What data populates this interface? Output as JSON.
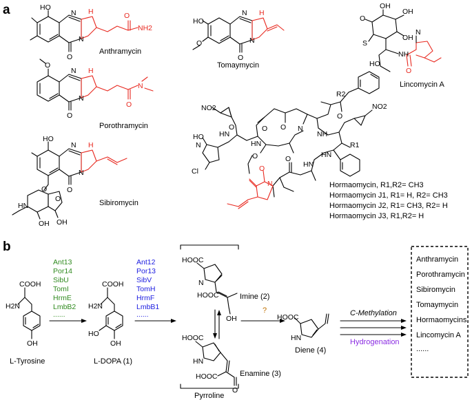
{
  "panels": {
    "a": "a",
    "b": "b"
  },
  "panel_a": {
    "compounds": {
      "anthramycin": "Anthramycin",
      "tomaymycin": "Tomaymycin",
      "lincomycin": "Lincomycin A",
      "porothramycin": "Porothramycin",
      "sibiromycin": "Sibiromycin"
    },
    "hormaomycins": [
      "Hormaomycin, R1,R2= CH3",
      "Hormaomycin  J1, R1= H, R2= CH3",
      "Hormaomycin  J2, R1= CH3, R2= H",
      "Hormaomycin  J3, R1,R2= H"
    ],
    "atoms": {
      "ho": "HO",
      "oh": "OH",
      "o": "O",
      "n": "N",
      "h": "H",
      "nh": "NH",
      "hn": "HN",
      "nh2": "NH2",
      "no2": "NO2",
      "cl": "Cl",
      "s": "S",
      "r1": "R1",
      "r2": "R2"
    }
  },
  "panel_b": {
    "genes_step1": [
      "Ant13",
      "Por14",
      "SibU",
      "TomI",
      "HrmE",
      "LmbB2",
      "......"
    ],
    "genes_step2": [
      "Ant12",
      "Por13",
      "SibV",
      "TomH",
      "HrmF",
      "LmbB1",
      "......"
    ],
    "tyrosine": "L-Tyrosine",
    "dopa": "L-DOPA (1)",
    "imine": "Imine (2)",
    "enamine": "Enamine (3)",
    "pyrroline": "Pyrroline",
    "diene": "Diene (4)",
    "question": "?",
    "methylation": "C-Methylation",
    "hydrogenation": "Hydrogenation",
    "products": [
      "Anthramycin",
      "Porothramycin",
      "Sibiromycin",
      "Tomaymycin",
      "Hormaomycins",
      "Lincomycin A",
      "......"
    ],
    "atoms": {
      "cooh": "COOH",
      "hooc": "HOOC",
      "h2n": "H2N",
      "oh": "OH",
      "ho": "HO",
      "o": "O",
      "n": "N",
      "hn": "HN"
    },
    "colors": {
      "step1": "#2f8a1e",
      "step2": "#1a1ae0",
      "hydrogenation": "#8a2be2",
      "highlight": "#e8281f"
    }
  }
}
